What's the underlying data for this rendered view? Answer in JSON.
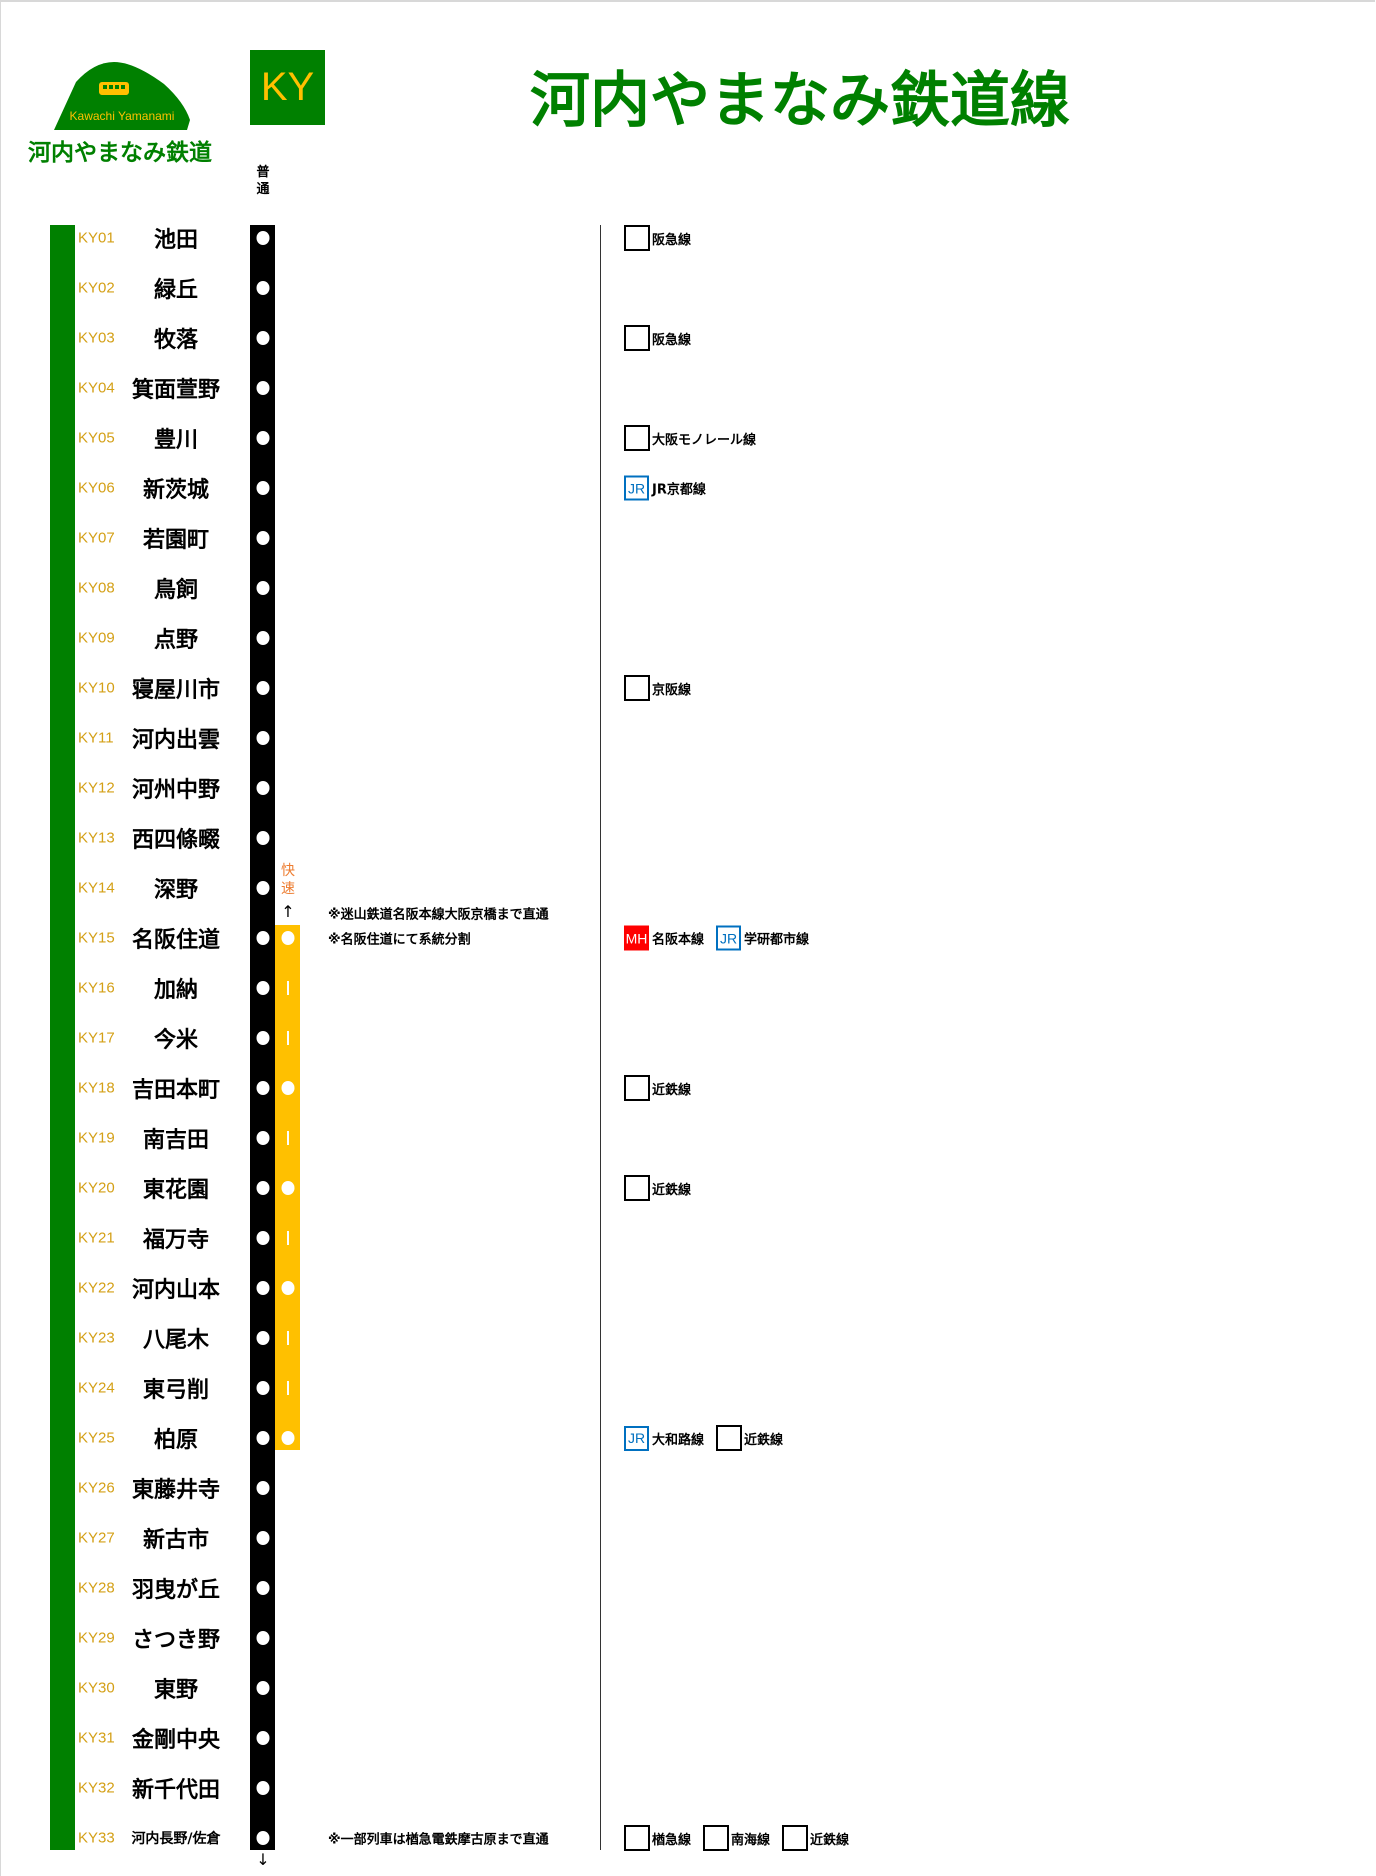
{
  "logo": {
    "romaji": "Kawachi Yamanami",
    "name": "河内やまなみ鉄道"
  },
  "line_code": "KY",
  "title": "河内やまなみ鉄道線",
  "service_local": "普通",
  "service_rapid": "快速",
  "arrow_up": "↑",
  "arrow_down": "↓",
  "colors": {
    "green": "#008000",
    "yellow": "#FFC000",
    "gold": "#D4A017",
    "orange": "#ED7D31",
    "jr_blue": "#0070C0",
    "mh_red": "#FF0000"
  },
  "notes": {
    "through_1": "※迷山鉄道名阪本線大阪京橋まで直通",
    "through_2": "※名阪住道にて系統分割",
    "through_3": "※一部列車は楢急電鉄摩古原まで直通"
  },
  "stations": [
    {
      "code": "KY01",
      "name": "池田",
      "rapid": false,
      "transfers": [
        {
          "type": "box",
          "label": "阪急線"
        }
      ]
    },
    {
      "code": "KY02",
      "name": "緑丘",
      "rapid": false,
      "transfers": []
    },
    {
      "code": "KY03",
      "name": "牧落",
      "rapid": false,
      "transfers": [
        {
          "type": "box",
          "label": "阪急線"
        }
      ]
    },
    {
      "code": "KY04",
      "name": "箕面萱野",
      "rapid": false,
      "transfers": []
    },
    {
      "code": "KY05",
      "name": "豊川",
      "rapid": false,
      "transfers": [
        {
          "type": "box",
          "label": "大阪モノレール線"
        }
      ]
    },
    {
      "code": "KY06",
      "name": "新茨城",
      "rapid": false,
      "transfers": [
        {
          "type": "jr",
          "badge": "JR",
          "label": "JR京都線"
        }
      ]
    },
    {
      "code": "KY07",
      "name": "若園町",
      "rapid": false,
      "transfers": []
    },
    {
      "code": "KY08",
      "name": "鳥飼",
      "rapid": false,
      "transfers": []
    },
    {
      "code": "KY09",
      "name": "点野",
      "rapid": false,
      "transfers": []
    },
    {
      "code": "KY10",
      "name": "寝屋川市",
      "rapid": false,
      "transfers": [
        {
          "type": "box",
          "label": "京阪線"
        }
      ]
    },
    {
      "code": "KY11",
      "name": "河内出雲",
      "rapid": false,
      "transfers": []
    },
    {
      "code": "KY12",
      "name": "河州中野",
      "rapid": false,
      "transfers": []
    },
    {
      "code": "KY13",
      "name": "西四條畷",
      "rapid": false,
      "transfers": []
    },
    {
      "code": "KY14",
      "name": "深野",
      "rapid": false,
      "transfers": []
    },
    {
      "code": "KY15",
      "name": "名阪住道",
      "rapid": true,
      "transfers": [
        {
          "type": "mh",
          "badge": "MH",
          "label": "名阪本線"
        },
        {
          "type": "jr",
          "badge": "JR",
          "label": "学研都市線"
        }
      ]
    },
    {
      "code": "KY16",
      "name": "加納",
      "rapid": false,
      "pass": true,
      "transfers": []
    },
    {
      "code": "KY17",
      "name": "今米",
      "rapid": false,
      "pass": true,
      "transfers": []
    },
    {
      "code": "KY18",
      "name": "吉田本町",
      "rapid": true,
      "transfers": [
        {
          "type": "box",
          "label": "近鉄線"
        }
      ]
    },
    {
      "code": "KY19",
      "name": "南吉田",
      "rapid": false,
      "pass": true,
      "transfers": []
    },
    {
      "code": "KY20",
      "name": "東花園",
      "rapid": true,
      "transfers": [
        {
          "type": "box",
          "label": "近鉄線"
        }
      ]
    },
    {
      "code": "KY21",
      "name": "福万寺",
      "rapid": false,
      "pass": true,
      "transfers": []
    },
    {
      "code": "KY22",
      "name": "河内山本",
      "rapid": true,
      "transfers": []
    },
    {
      "code": "KY23",
      "name": "八尾木",
      "rapid": false,
      "pass": true,
      "transfers": []
    },
    {
      "code": "KY24",
      "name": "東弓削",
      "rapid": false,
      "pass": true,
      "transfers": []
    },
    {
      "code": "KY25",
      "name": "柏原",
      "rapid": true,
      "transfers": [
        {
          "type": "jr",
          "badge": "JR",
          "label": "大和路線"
        },
        {
          "type": "box",
          "label": "近鉄線"
        }
      ]
    },
    {
      "code": "KY26",
      "name": "東藤井寺",
      "rapid": false,
      "transfers": []
    },
    {
      "code": "KY27",
      "name": "新古市",
      "rapid": false,
      "transfers": []
    },
    {
      "code": "KY28",
      "name": "羽曳が丘",
      "rapid": false,
      "transfers": []
    },
    {
      "code": "KY29",
      "name": "さつき野",
      "rapid": false,
      "transfers": []
    },
    {
      "code": "KY30",
      "name": "東野",
      "rapid": false,
      "transfers": []
    },
    {
      "code": "KY31",
      "name": "金剛中央",
      "rapid": false,
      "transfers": []
    },
    {
      "code": "KY32",
      "name": "新千代田",
      "rapid": false,
      "transfers": []
    },
    {
      "code": "KY33",
      "name": "河内長野/佐倉",
      "rapid": false,
      "small": true,
      "transfers": [
        {
          "type": "box",
          "label": "楢急線"
        },
        {
          "type": "box",
          "label": "南海線"
        },
        {
          "type": "box",
          "label": "近鉄線"
        }
      ]
    }
  ]
}
